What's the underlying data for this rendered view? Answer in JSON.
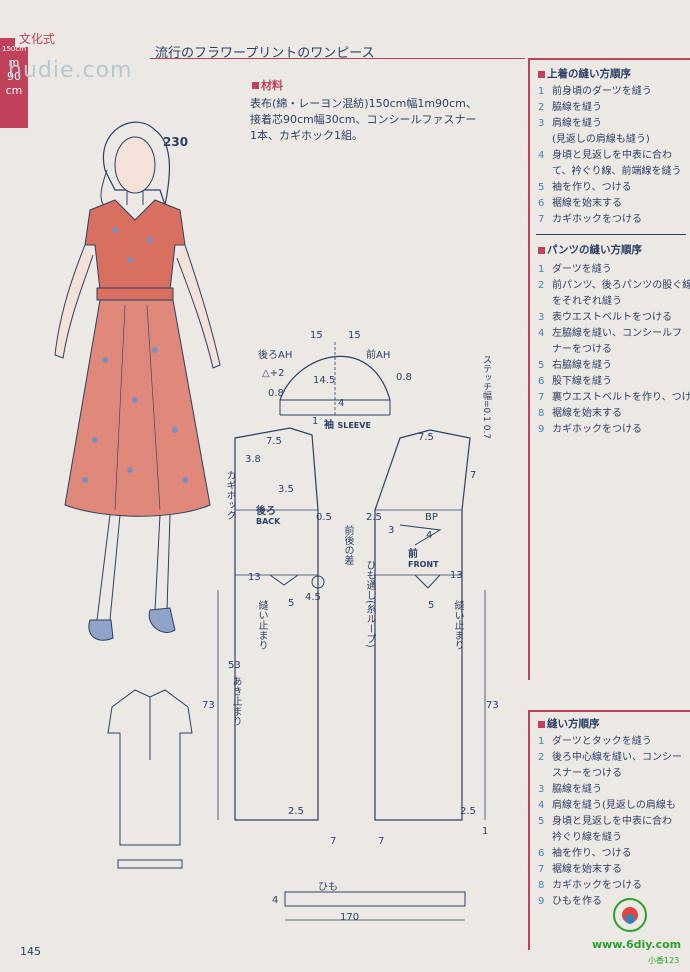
{
  "header": {
    "label": "文化式",
    "title": "流行のフラワープリントのワンピース",
    "watermark": "hudie.com",
    "size_tag": [
      "150cm",
      "m",
      "90",
      "cm"
    ]
  },
  "materials": {
    "title": "材料",
    "lines": [
      "表布(綿・レーヨン混紡)150cm幅1m90cm、",
      "接着芯90cm幅30cm、コンシールファスナー",
      "1本、カギホック1組。"
    ],
    "model_number": "230"
  },
  "sections": {
    "jacket": {
      "title": "上着の縫い方順序",
      "steps": [
        {
          "n": "1",
          "text": "前身頃のダーツを縫う"
        },
        {
          "n": "2",
          "text": "脇線を縫う"
        },
        {
          "n": "3",
          "text": "肩線を縫う"
        },
        {
          "n": "",
          "text": "(見返しの肩線も縫う)"
        },
        {
          "n": "4",
          "text": "身頃と見返しを中表に合わ"
        },
        {
          "n": "",
          "text": "て、衿ぐり線、前端線を縫う"
        },
        {
          "n": "5",
          "text": "袖を作り、つける"
        },
        {
          "n": "6",
          "text": "裾線を始末する"
        },
        {
          "n": "7",
          "text": "カギホックをつける"
        }
      ]
    },
    "pants": {
      "title": "パンツの縫い方順序",
      "steps": [
        {
          "n": "1",
          "text": "ダーツを縫う"
        },
        {
          "n": "2",
          "text": "前パンツ、後ろパンツの股ぐ線"
        },
        {
          "n": "",
          "text": "をそれぞれ縫う"
        },
        {
          "n": "3",
          "text": "表ウエストベルトをつける"
        },
        {
          "n": "4",
          "text": "左脇線を縫い、コンシールフ"
        },
        {
          "n": "",
          "text": "ナーをつける"
        },
        {
          "n": "5",
          "text": "右脇線を縫う"
        },
        {
          "n": "6",
          "text": "股下線を縫う"
        },
        {
          "n": "7",
          "text": "裏ウエストベルトを作り、つける"
        },
        {
          "n": "8",
          "text": "裾線を始末する"
        },
        {
          "n": "9",
          "text": "カギホックをつける"
        }
      ]
    },
    "dress": {
      "title": "縫い方順序",
      "steps": [
        {
          "n": "1",
          "text": "ダーツとタックを縫う"
        },
        {
          "n": "2",
          "text": "後ろ中心線を縫い、コンシー"
        },
        {
          "n": "",
          "text": "スナーをつける"
        },
        {
          "n": "3",
          "text": "脇線を縫う"
        },
        {
          "n": "4",
          "text": "肩線を縫う(見返しの肩線も"
        },
        {
          "n": "5",
          "text": "身頃と見返しを中表に合わ"
        },
        {
          "n": "",
          "text": "衿ぐり線を縫う"
        },
        {
          "n": "6",
          "text": "袖を作り、つける"
        },
        {
          "n": "7",
          "text": "裾線を始末する"
        },
        {
          "n": "8",
          "text": "カギホックをつける"
        },
        {
          "n": "9",
          "text": "ひもを作る"
        }
      ]
    }
  },
  "pattern": {
    "sleeve": {
      "back_ah": "後ろAH",
      "front_ah": "前AH",
      "label": "袖",
      "en": "SLEEVE",
      "num": "1"
    },
    "back": {
      "jp": "後ろ",
      "en": "BACK"
    },
    "front": {
      "jp": "前",
      "en": "FRONT"
    },
    "stitch": "ステッチ幅=0.1 0.7",
    "kagi_hook": "カギホック",
    "loop_text": "ひも通し(糸ループ)",
    "front_back_diff": "前後の差",
    "opening_stop": "あき止まり",
    "sewing_stop": "縫い止まり",
    "tie_label": "ひも",
    "dims": {
      "sleeve_top": "15",
      "sleeve_h": "14.5",
      "sleeve_a2": "△+2",
      "sleeve_08": "0.8",
      "sleeve_4": "4",
      "neck75": "7.5",
      "d38": "3.8",
      "d35": "3.5",
      "d05": "0.5",
      "d25": "2.5",
      "d3": "3",
      "d7": "7",
      "d13": "13",
      "d5": "5",
      "d45": "4.5",
      "d4": "4",
      "d53": "53",
      "d73": "73",
      "d1": "1",
      "d170": "170",
      "bp": "BP"
    }
  },
  "footer": {
    "page": "145",
    "site": "www.6diy.com",
    "site_sub": "小香123"
  }
}
